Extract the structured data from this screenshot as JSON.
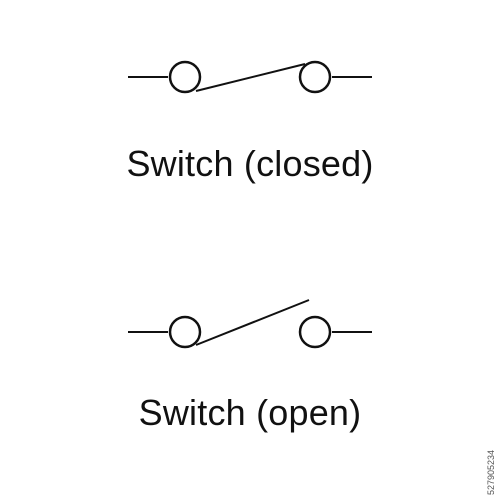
{
  "diagram": {
    "closed_switch": {
      "caption": "Switch (closed)",
      "state": "closed"
    },
    "open_switch": {
      "caption": "Switch (open)",
      "state": "open"
    },
    "stroke_color": "#111111",
    "terminal_fill": "#ffffff",
    "background_color": "#ffffff"
  },
  "stock_id": "527905234"
}
